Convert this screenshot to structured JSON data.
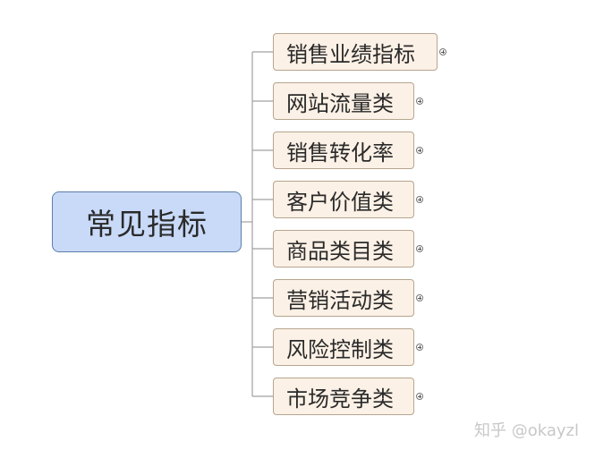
{
  "mindmap": {
    "root": {
      "label": "常见指标"
    },
    "children": [
      {
        "label": "销售业绩指标"
      },
      {
        "label": "网站流量类"
      },
      {
        "label": "销售转化率"
      },
      {
        "label": "客户价值类"
      },
      {
        "label": "商品类目类"
      },
      {
        "label": "营销活动类"
      },
      {
        "label": "风险控制类"
      },
      {
        "label": "市场竞争类"
      }
    ]
  },
  "watermark": "知乎 @okayzl",
  "colors": {
    "root_fill": "#c9daf8",
    "root_border": "#5b7ea8",
    "node_fill": "#fcf1e6",
    "node_border": "#b6a58f",
    "connector": "#a0a0a0"
  }
}
